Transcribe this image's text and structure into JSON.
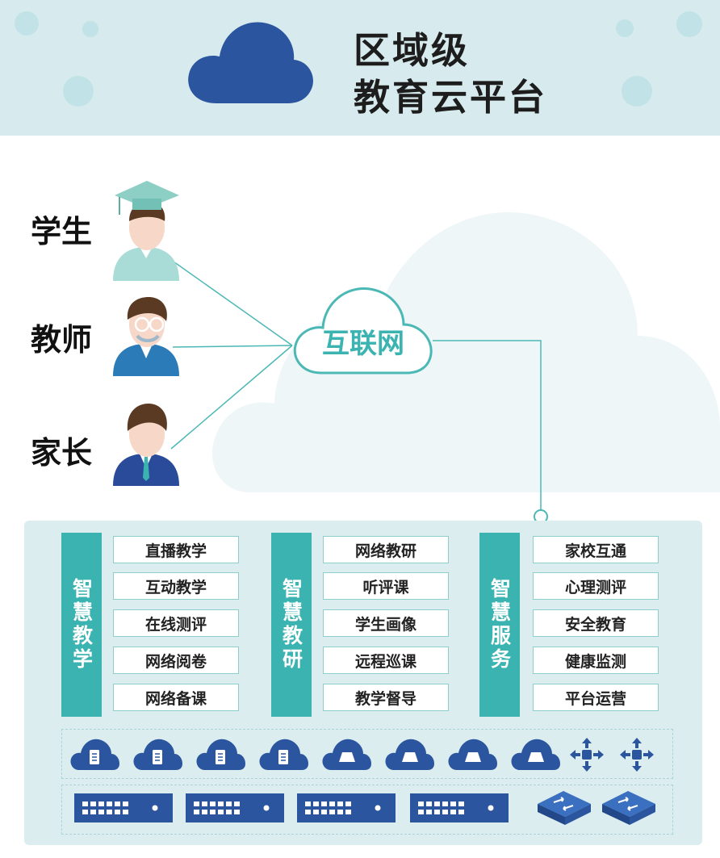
{
  "header": {
    "title_line1": "区域级",
    "title_line2": "教育云平台",
    "cloud_icon": "cloud-icon"
  },
  "users": [
    {
      "label": "学生",
      "icon": "student-avatar-icon"
    },
    {
      "label": "教师",
      "icon": "teacher-avatar-icon"
    },
    {
      "label": "家长",
      "icon": "parent-avatar-icon"
    }
  ],
  "internet": {
    "label": "互联网",
    "icon": "internet-cloud-icon"
  },
  "columns": [
    {
      "title": "智慧教学",
      "items": [
        "直播教学",
        "互动教学",
        "在线测评",
        "网络阅卷",
        "网络备课"
      ]
    },
    {
      "title": "智慧教研",
      "items": [
        "网络教研",
        "听评课",
        "学生画像",
        "远程巡课",
        "教学督导"
      ]
    },
    {
      "title": "智慧服务",
      "items": [
        "家校互通",
        "心理测评",
        "安全教育",
        "健康监测",
        "平台运营"
      ]
    }
  ],
  "infrastructure": {
    "cloud_icons": [
      "cloud-storage-icon",
      "cloud-storage-icon",
      "cloud-storage-icon",
      "cloud-storage-icon",
      "cloud-drive-icon",
      "cloud-drive-icon",
      "cloud-drive-icon",
      "cloud-drive-icon",
      "network-hub-icon",
      "network-hub-icon"
    ],
    "hardware_icons": [
      "server-rack-icon",
      "server-rack-icon",
      "server-rack-icon",
      "server-rack-icon",
      "network-switch-icon",
      "network-switch-icon"
    ]
  },
  "colors": {
    "header_bg": "#d7ebee",
    "teal": "#3bb3b0",
    "navy": "#2b559e",
    "panel_bg": "#dcedf0"
  }
}
